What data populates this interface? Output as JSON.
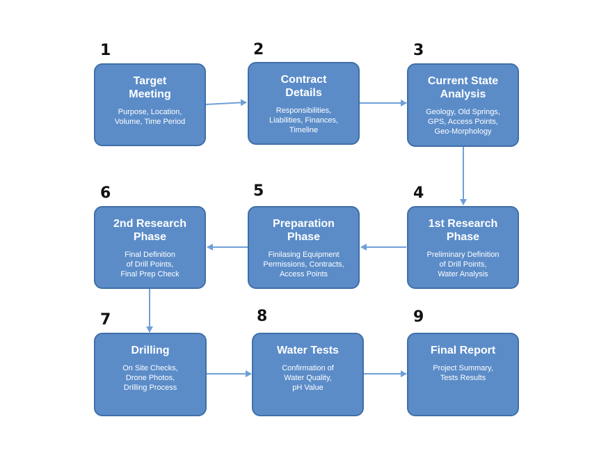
{
  "steps": [
    {
      "number": "1",
      "title": "Target\nMeeting",
      "desc": "Purpose, Location,\nVolume, Time Period"
    },
    {
      "number": "2",
      "title": "Contract\nDetails",
      "desc": "Responsibilities,\nLiabilities, Finances,\nTimeline"
    },
    {
      "number": "3",
      "title": "Current State\nAnalysis",
      "desc": "Geology, Old Springs,\nGPS, Access Points,\nGeo-Morphology"
    },
    {
      "number": "4",
      "title": "1st Research\nPhase",
      "desc": "Preliminary Definition\nof Drill Points,\nWater Analysis"
    },
    {
      "number": "5",
      "title": "Preparation\nPhase",
      "desc": "Finilasing Equipment\nPermissions, Contracts,\nAccess Points"
    },
    {
      "number": "6",
      "title": "2nd Research\nPhase",
      "desc": "Final Definition\nof Drill Points,\nFinal Prep Check"
    },
    {
      "number": "7",
      "title": "Drilling",
      "desc": "On Site Checks,\nDrone Photos,\nDrilling Process"
    },
    {
      "number": "8",
      "title": "Water Tests",
      "desc": "Confirmation of\nWater Quality,\npH Value"
    },
    {
      "number": "9",
      "title": "Final Report",
      "desc": "Project Summary,\nTests Results"
    }
  ],
  "colors": {
    "box_fill": "#5b8cc8",
    "box_border": "#3f6fa8",
    "arrow": "#6f9fd8"
  }
}
